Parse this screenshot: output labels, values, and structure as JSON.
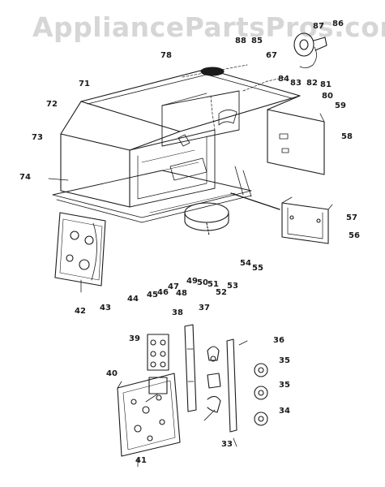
{
  "watermark": "AppliancePartsPros.com",
  "ink_color": "#1a1a1a",
  "callouts": [
    "86",
    "87",
    "78",
    "85",
    "88",
    "67",
    "84",
    "83",
    "82",
    "81",
    "71",
    "80",
    "72",
    "59",
    "73",
    "58",
    "74",
    "57",
    "56",
    "54",
    "55",
    "49",
    "50",
    "51",
    "53",
    "52",
    "47",
    "48",
    "45",
    "46",
    "44",
    "43",
    "42",
    "38",
    "37",
    "39",
    "36",
    "35",
    "35",
    "34",
    "40",
    "33",
    "41"
  ]
}
